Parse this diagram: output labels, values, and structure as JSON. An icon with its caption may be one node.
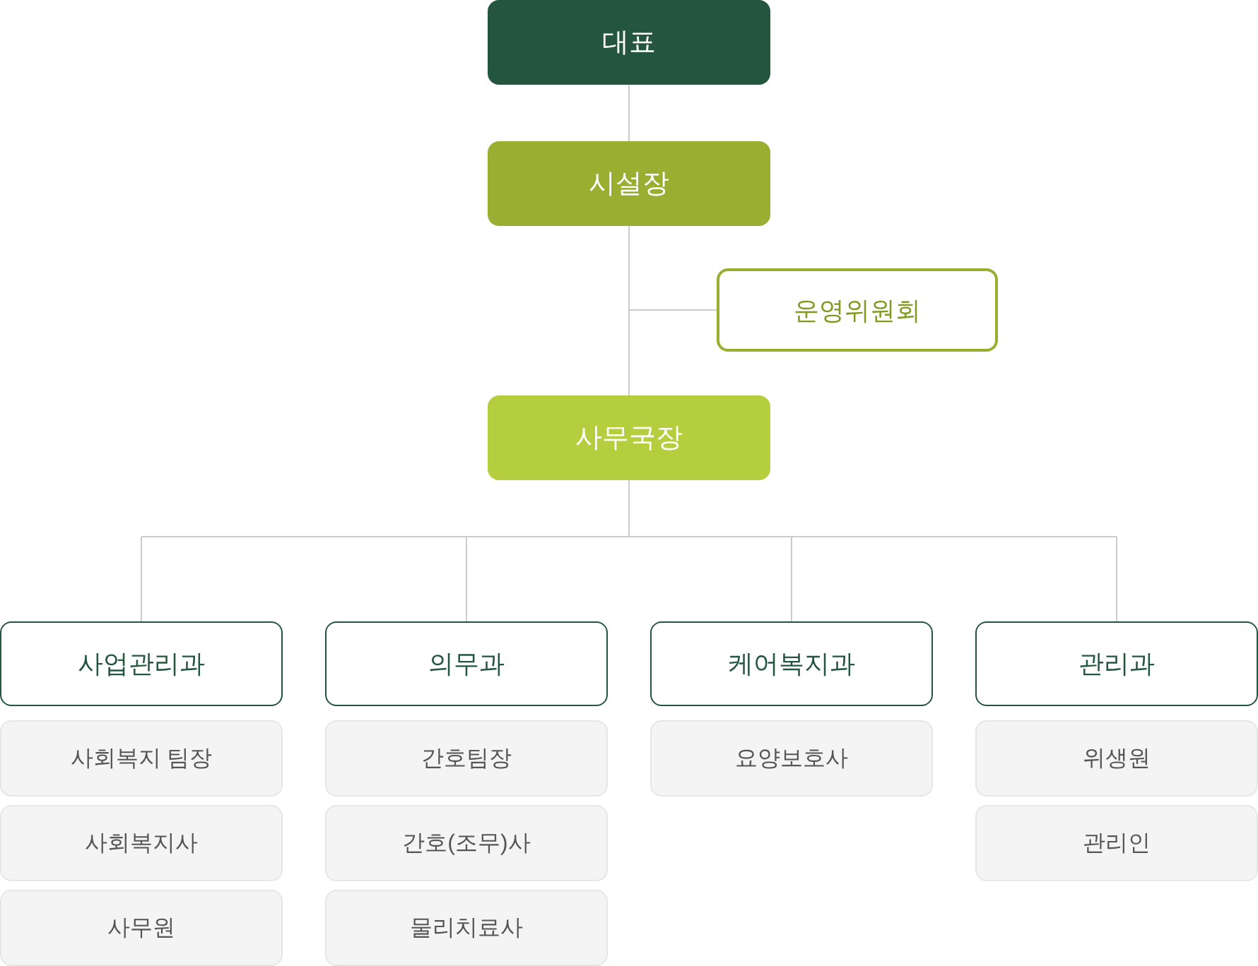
{
  "diagram": {
    "nodes": [
      {
        "text": [
          "대표"
        ]
      },
      {
        "text": [
          "시설장"
        ]
      },
      {
        "text": [
          "운영위원회"
        ]
      },
      {
        "text": [
          "사무국장"
        ]
      },
      {
        "text": [
          "사업관리과"
        ]
      },
      {
        "text": [
          "사회복지 팀장"
        ]
      },
      {
        "text": [
          "사회복지사"
        ]
      },
      {
        "text": [
          "사무원"
        ]
      },
      {
        "text": [
          "의무과"
        ]
      },
      {
        "text": [
          "간호팀장"
        ]
      },
      {
        "text": [
          "간호(조무)사"
        ]
      },
      {
        "text": [
          "물리치료사"
        ]
      },
      {
        "text": [
          "케어복지과"
        ]
      },
      {
        "text": [
          "요양보호사"
        ]
      },
      {
        "text": [
          "관리과"
        ]
      },
      {
        "text": [
          "위생원"
        ]
      },
      {
        "text": [
          "관리인"
        ]
      }
    ],
    "edges": [
      {
        "from": 0,
        "to": 1,
        "arrow": "none"
      },
      {
        "from": 1,
        "to": 2,
        "arrow": "none"
      },
      {
        "from": 1,
        "to": 3,
        "arrow": "none"
      },
      {
        "from": 3,
        "to": 4,
        "arrow": "none"
      },
      {
        "from": 3,
        "to": 8,
        "arrow": "none"
      },
      {
        "from": 3,
        "to": 12,
        "arrow": "none"
      },
      {
        "from": 3,
        "to": 14,
        "arrow": "none"
      }
    ]
  }
}
